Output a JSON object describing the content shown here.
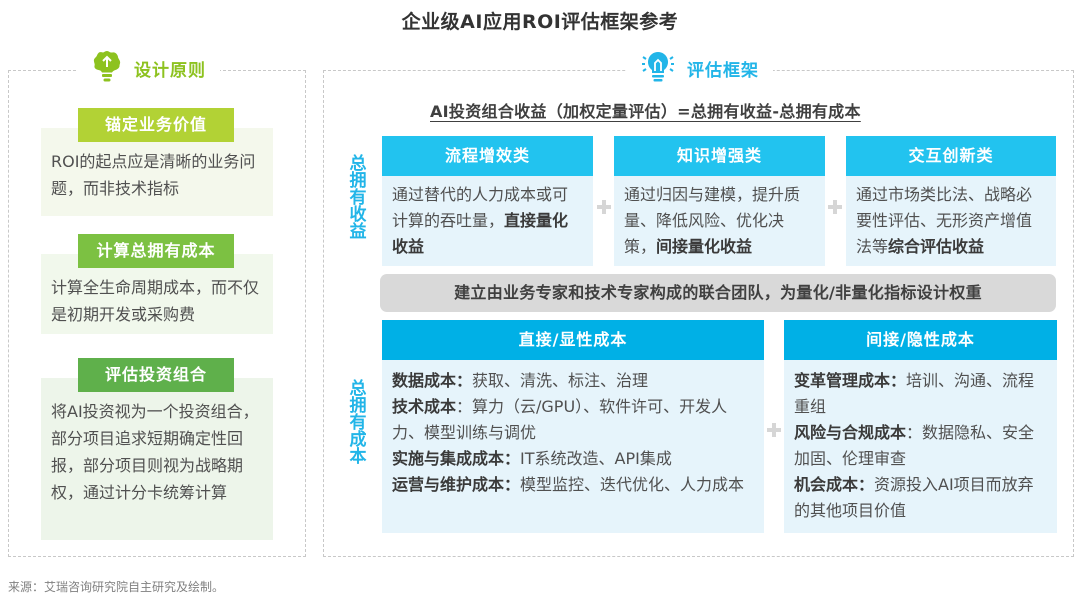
{
  "title": "企业级AI应用ROI评估框架参考",
  "left_section": {
    "icon": "brain-lightbulb-icon",
    "heading": "设计原则",
    "principles": [
      {
        "tag": "锚定业务价值",
        "text": "ROI的起点应是清晰的业务问题，而非技术指标",
        "color": "#b2d235"
      },
      {
        "tag": "计算总拥有成本",
        "text": "计算全生命周期成本，而不仅是初期开发或采购费",
        "color": "#7cc142"
      },
      {
        "tag": "评估投资组合",
        "text": "将AI投资视为一个投资组合，部分项目追求短期确定性回报，部分项目则视为战略期权，通过计分卡统筹计算",
        "color": "#5fb04b"
      }
    ]
  },
  "right_section": {
    "icon": "lightbulb-icon",
    "heading": "评估框架",
    "formula": "AI投资组合收益（加权定量评估）=总拥有收益-总拥有成本",
    "benefit_label": "总拥有收益",
    "cost_label": "总拥有成本",
    "benefits": [
      {
        "title": "流程增效类",
        "text": "通过替代的人力成本或可计算的吞吐量，",
        "bold": "直接量化收益"
      },
      {
        "title": "知识增强类",
        "text": "通过归因与建模，提升质量、降低风险、优化决策，",
        "bold": "间接量化收益"
      },
      {
        "title": "交互创新类",
        "text": "通过市场类比法、战略必要性评估、无形资产增值法等",
        "bold": "综合评估收益"
      }
    ],
    "team_bar": "建立由业务专家和技术专家构成的联合团队，为量化/非量化指标设计权重",
    "costs": [
      {
        "title": "直接/显性成本",
        "items": [
          {
            "label": "数据成本：",
            "text": "获取、清洗、标注、治理"
          },
          {
            "label": "技术成本",
            "text": "：算力（云/GPU）、软件许可、开发人力、模型训练与调优"
          },
          {
            "label": "实施与集成成本：",
            "text": "IT系统改造、API集成"
          },
          {
            "label": "运营与维护成本：",
            "text": "模型监控、迭代优化、人力成本"
          }
        ]
      },
      {
        "title": "间接/隐性成本",
        "items": [
          {
            "label": "变革管理成本：",
            "text": "培训、沟通、流程重组"
          },
          {
            "label": "风险与合规成本",
            "text": "：数据隐私、安全加固、伦理审查"
          },
          {
            "label": "机会成本：",
            "text": "资源投入AI项目而放弃的其他项目价值"
          }
        ]
      }
    ]
  },
  "source": "来源：艾瑞咨询研究院自主研究及绘制。"
}
